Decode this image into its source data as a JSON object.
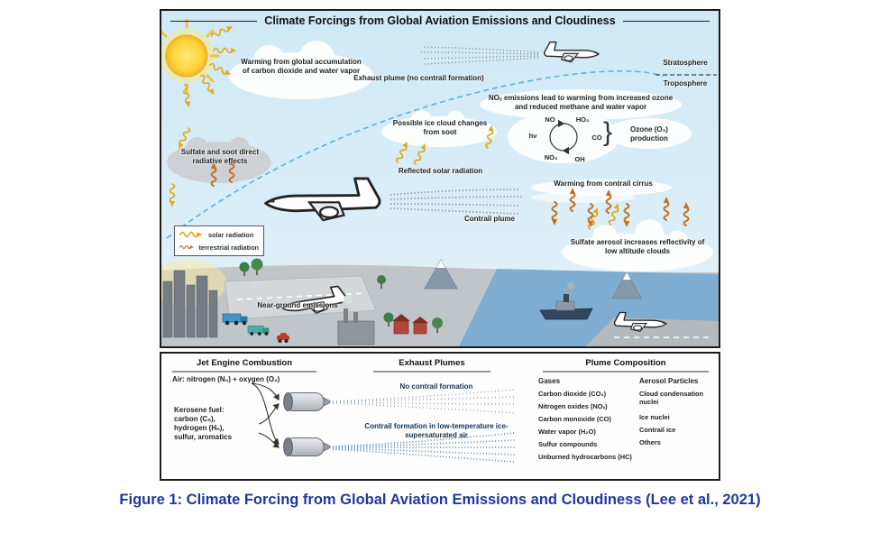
{
  "figure": {
    "caption": "Figure 1: Climate Forcing from Global Aviation Emissions and Cloudiness (Lee et al., 2021)"
  },
  "main_panel": {
    "title": "Climate Forcings from Global Aviation Emissions and Cloudiness",
    "atmosphere": {
      "stratosphere": "Stratosphere",
      "troposphere": "Troposphere"
    },
    "labels": {
      "warming_global": "Warming from global accumulation of carbon dioxide and water vapor",
      "exhaust_plume": "Exhaust plume (no contrail formation)",
      "nox_warming": "NOₓ emissions lead to warming from increased ozone and reduced methane and water vapor",
      "possible_ice": "Possible ice cloud changes from soot",
      "sulfate_soot": "Sulfate and soot direct radiative effects",
      "reflected_solar": "Reflected solar radiation",
      "contrail_plume": "Contrail plume",
      "warming_contrail": "Warming from contrail cirrus",
      "sulfate_aerosol": "Sulfate aerosol increases reflectivity of low altitude clouds",
      "near_ground": "Near-ground emissions"
    },
    "chemistry": {
      "no": "NO",
      "ho2": "HO₂",
      "hv": "hν",
      "co": "CO",
      "no2": "NO₂",
      "oh": "OH",
      "brace": "}",
      "ozone_production": "Ozone (O₃) production"
    },
    "legend": {
      "solar": "solar radiation",
      "terrestrial": "terrestrial radiation"
    }
  },
  "bottom_panel": {
    "columns": {
      "combustion": "Jet Engine Combustion",
      "plumes": "Exhaust Plumes",
      "composition": "Plume Composition"
    },
    "air_label": "Air: nitrogen (N₂) + oxygen (O₂)",
    "fuel_label": "Kerosene fuel:\ncarbon (Cₙ),\nhydrogen (Hₙ),\nsulfur, aromatics",
    "no_contrail": "No contrail formation",
    "contrail_formation": "Contrail formation in low-temperature ice-supersaturated air",
    "gases_header": "Gases",
    "gases": [
      "Carbon dioxide (CO₂)",
      "Nitrogen oxides (NOₓ)",
      "Carbon monoxide (CO)",
      "Water vapor (H₂O)",
      "Sulfur compounds",
      "Unburned hydrocarbons (HC)"
    ],
    "aerosol_header": "Aerosol Particles",
    "aerosols": [
      "Cloud condensation nuclei",
      "Ice nuclei",
      "Contrail ice",
      "Others"
    ]
  },
  "colors": {
    "solar_radiation": "#E3A81C",
    "terrestrial_radiation": "#C2701E",
    "sky": "#CFE9F6",
    "water": "#7FADD1",
    "caption_blue": "#1D3A9E"
  }
}
